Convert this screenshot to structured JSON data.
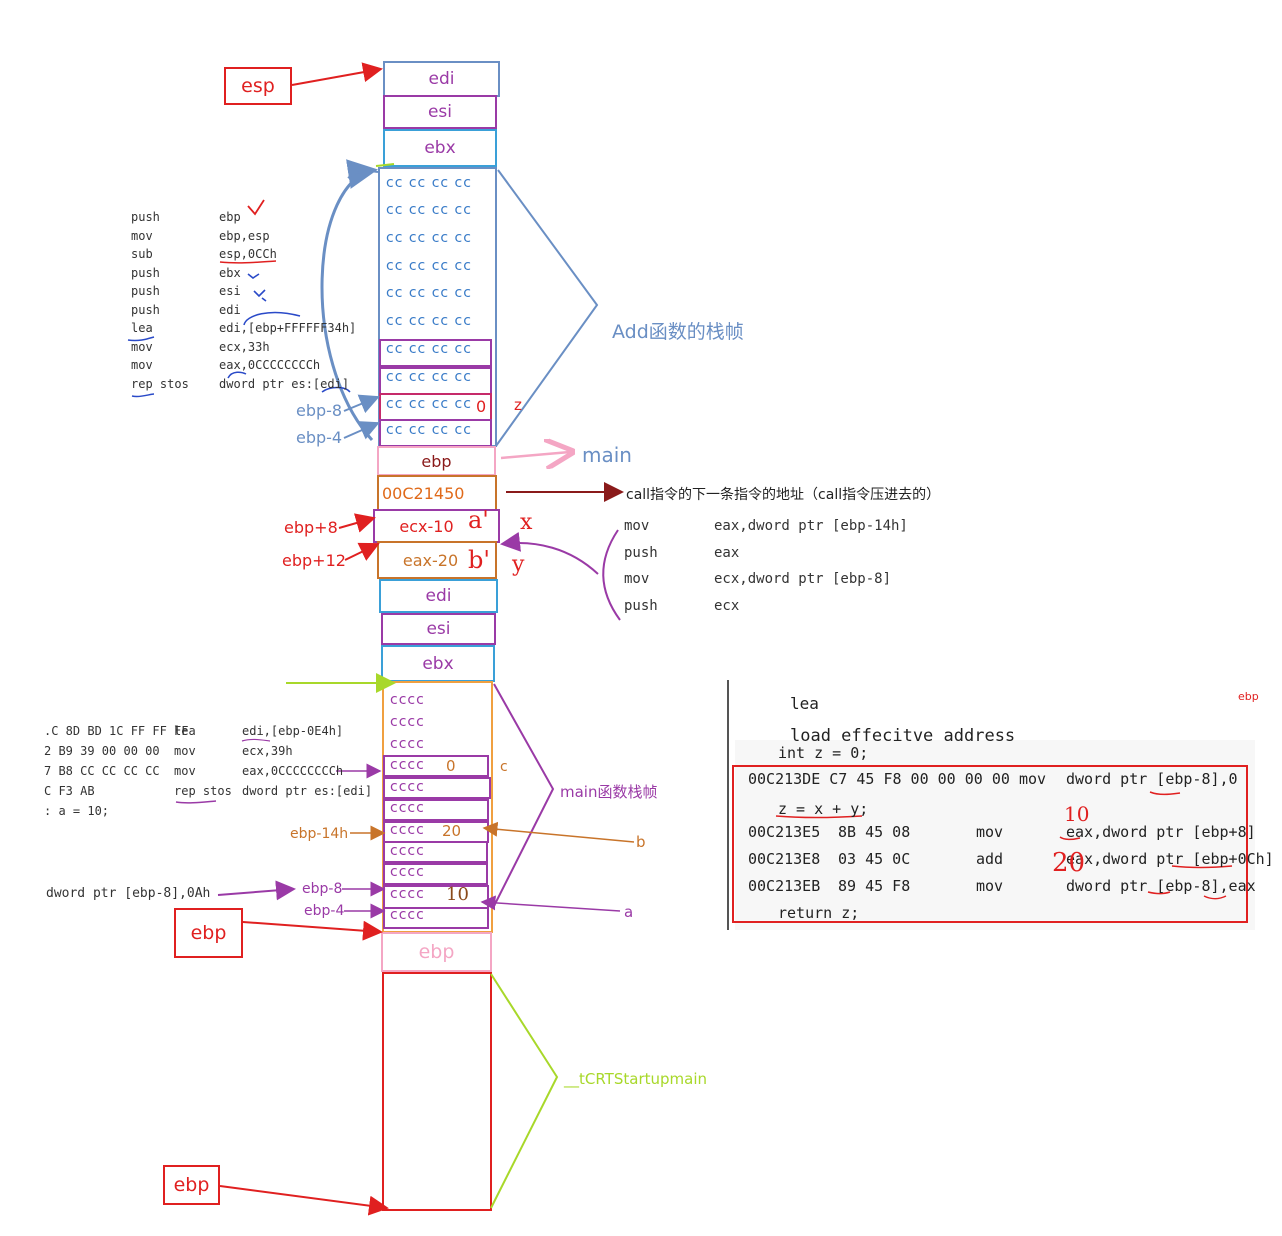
{
  "top_frame": {
    "edi": "edi",
    "esi": "esi",
    "ebx": "ebx",
    "fill": "cc cc cc cc",
    "zero": "0",
    "z": "z",
    "ebp": "ebp",
    "ret_addr": "00C21450",
    "ecx_slot": "ecx-10",
    "eax_slot": "eax-20",
    "hand_a": "a'",
    "hand_b": "b'",
    "hand_x": "x",
    "hand_y": "y"
  },
  "labels": {
    "esp": "esp",
    "ebp_minus_8": "ebp-8",
    "ebp_minus_4": "ebp-4",
    "ebp_plus_8": "ebp+8",
    "ebp_plus_12": "ebp+12",
    "add_frame": "Add函数的栈帧",
    "main": "main",
    "call_note": "call指令的下一条指令的地址（call指令压进去的）",
    "main_frame": "main函数栈帧",
    "ebp_14h": "ebp-14h",
    "b": "b",
    "a": "a",
    "c": "c",
    "tcrt": "__tCRTStartupmain",
    "ebp_box_1": "ebp",
    "ebp_box_2": "ebp",
    "ebp_corner": "ebp"
  },
  "bottom_frame": {
    "edi": "edi",
    "esi": "esi",
    "ebx": "ebx",
    "fill": "cccc",
    "zero": "0",
    "twenty": "20",
    "ten": "10",
    "ebp": "ebp"
  },
  "asm_left": [
    {
      "op": "push",
      "arg": "ebp"
    },
    {
      "op": "mov",
      "arg": "ebp,esp"
    },
    {
      "op": "sub",
      "arg": "esp,0CCh"
    },
    {
      "op": "push",
      "arg": "ebx"
    },
    {
      "op": "push",
      "arg": "esi"
    },
    {
      "op": "push",
      "arg": "edi"
    },
    {
      "op": "lea",
      "arg": "edi,[ebp+FFFFFF34h]"
    },
    {
      "op": "mov",
      "arg": "ecx,33h"
    },
    {
      "op": "mov",
      "arg": "eax,0CCCCCCCCh"
    },
    {
      "op": "rep stos",
      "arg": "dword ptr es:[edi]"
    }
  ],
  "asm_call": [
    {
      "op": "mov",
      "arg": "eax,dword ptr [ebp-14h]"
    },
    {
      "op": "push",
      "arg": "eax"
    },
    {
      "op": "mov",
      "arg": "ecx,dword ptr [ebp-8]"
    },
    {
      "op": "push",
      "arg": "ecx"
    }
  ],
  "asm_main": [
    {
      "bytes": ".C 8D BD 1C FF FF FF",
      "op": "lea",
      "arg": "edi,[ebp-0E4h]"
    },
    {
      "bytes": "2 B9 39 00 00 00",
      "op": "mov",
      "arg": "ecx,39h"
    },
    {
      "bytes": "7 B8 CC CC CC CC",
      "op": "mov",
      "arg": "eax,0CCCCCCCCh"
    },
    {
      "bytes": "C F3 AB",
      "op": "rep stos",
      "arg": "dword ptr es:[edi]"
    },
    {
      "bytes": ": a = 10;",
      "op": "",
      "arg": ""
    }
  ],
  "asm_a_init": "dword ptr [ebp-8],0Ah",
  "code_panel": {
    "lea": "lea",
    "lea_desc": "load effecitve address",
    "line_int_z": "int z = 0;",
    "row1": {
      "addr": "00C213DE",
      "bytes": "C7 45 F8 00 00 00 00",
      "op": "mov",
      "arg": "dword ptr [ebp-8],0"
    },
    "line_z_sum": "z = x + y;",
    "row2": {
      "addr": "00C213E5",
      "bytes": "8B 45 08",
      "op": "mov",
      "arg": "eax,dword ptr [ebp+8]"
    },
    "row3": {
      "addr": "00C213E8",
      "bytes": "03 45 0C",
      "op": "add",
      "arg": "eax,dword ptr [ebp+0Ch]"
    },
    "row4": {
      "addr": "00C213EB",
      "bytes": "89 45 F8",
      "op": "mov",
      "arg": "dword ptr [ebp-8],eax"
    },
    "line_return": "return z;",
    "hand_10": "10",
    "hand_20": "20",
    "corner_ebp": "ebp"
  },
  "colors": {
    "red": "#e02020",
    "blue": "#3a7cc8",
    "purple": "#9a3aa6",
    "orange": "#c8742a",
    "pink": "#f4a6c4",
    "lime": "#a8d82a",
    "steel": "#6a8fc4",
    "darkred": "#8a1a1a"
  }
}
